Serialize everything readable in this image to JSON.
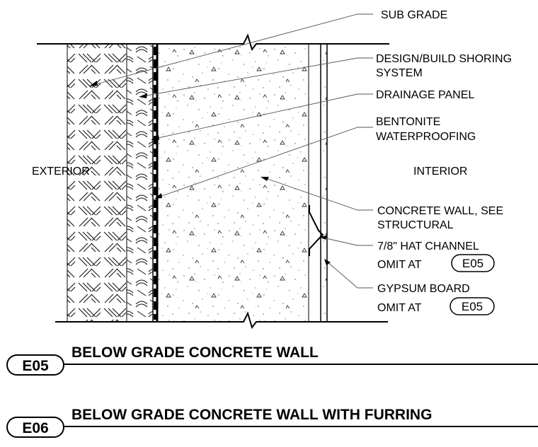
{
  "diagram": {
    "side_labels": {
      "exterior": "EXTERIOR",
      "interior": "INTERIOR"
    },
    "callouts": {
      "sub_grade": "SUB GRADE",
      "shoring_line1": "DESIGN/BUILD SHORING",
      "shoring_line2": "SYSTEM",
      "drainage_panel": "DRAINAGE PANEL",
      "bentonite_line1": "BENTONITE",
      "bentonite_line2": "WATERPROOFING",
      "concrete_line1": "CONCRETE WALL, SEE",
      "concrete_line2": "STRUCTURAL",
      "hat_channel": "7/8\" HAT CHANNEL",
      "hat_omit_at": "OMIT AT",
      "hat_omit_tag": "E05",
      "gypsum_board": "GYPSUM BOARD",
      "gypsum_omit_at": "OMIT AT",
      "gypsum_omit_tag": "E05"
    }
  },
  "details": [
    {
      "tag": "E05",
      "title": "BELOW GRADE CONCRETE WALL"
    },
    {
      "tag": "E06",
      "title": "BELOW GRADE CONCRETE WALL WITH FURRING"
    }
  ]
}
